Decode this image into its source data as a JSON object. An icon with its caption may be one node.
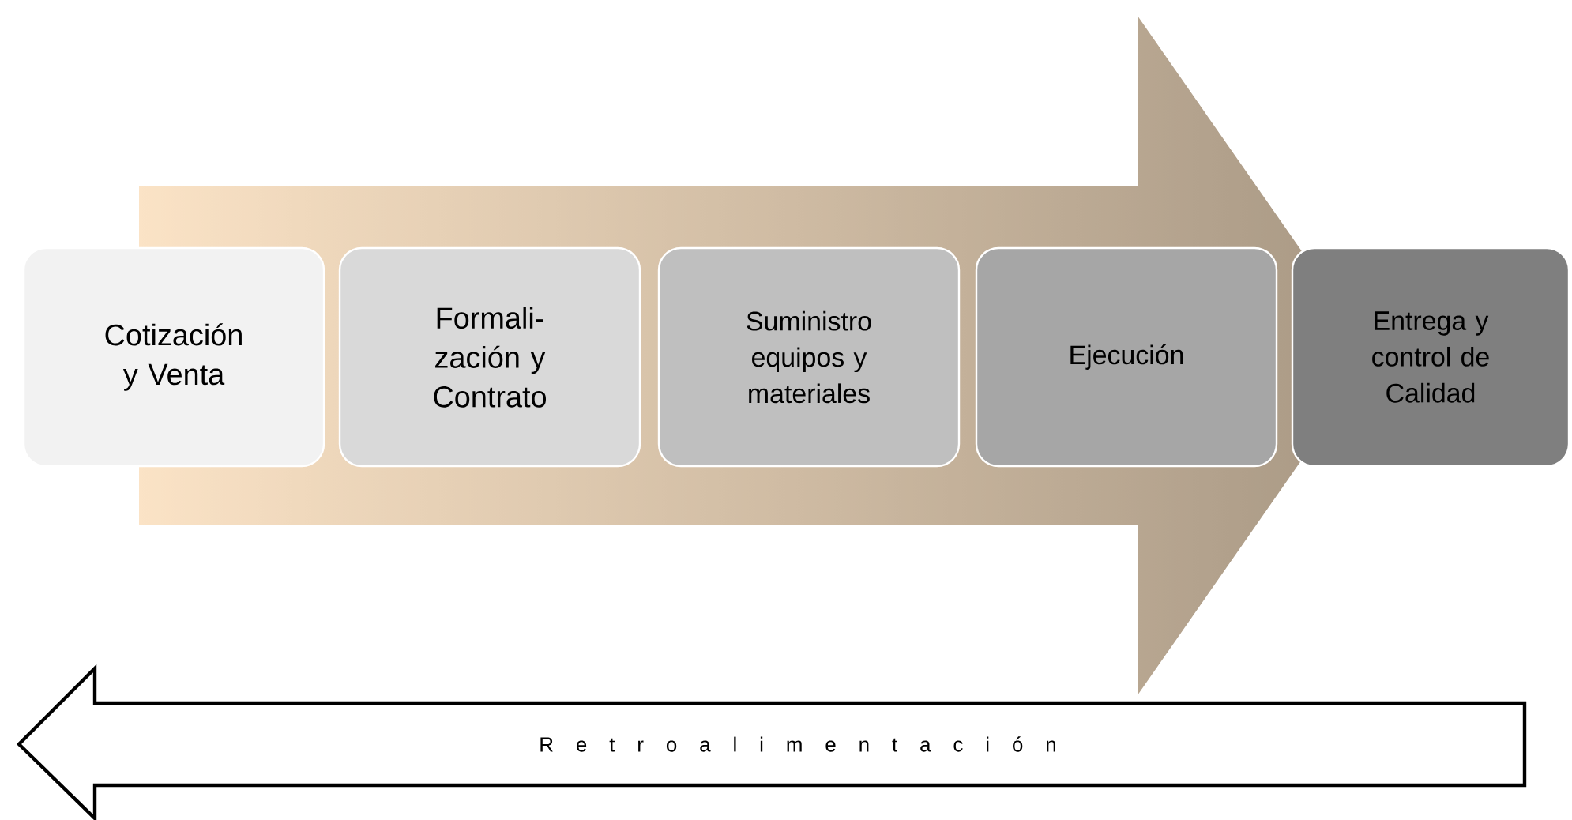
{
  "diagram": {
    "nodes": [
      {
        "text": [
          "Cotización y Venta"
        ]
      },
      {
        "text": [
          "Formali- zación y Contrato"
        ]
      },
      {
        "text": [
          "Suministro equipos y materiales"
        ]
      },
      {
        "text": [
          "Ejecución"
        ]
      },
      {
        "text": [
          "Entrega y control de Calidad"
        ]
      },
      {
        "text": [
          "R e t r o a l i m e n t a c i ó n"
        ]
      }
    ]
  }
}
